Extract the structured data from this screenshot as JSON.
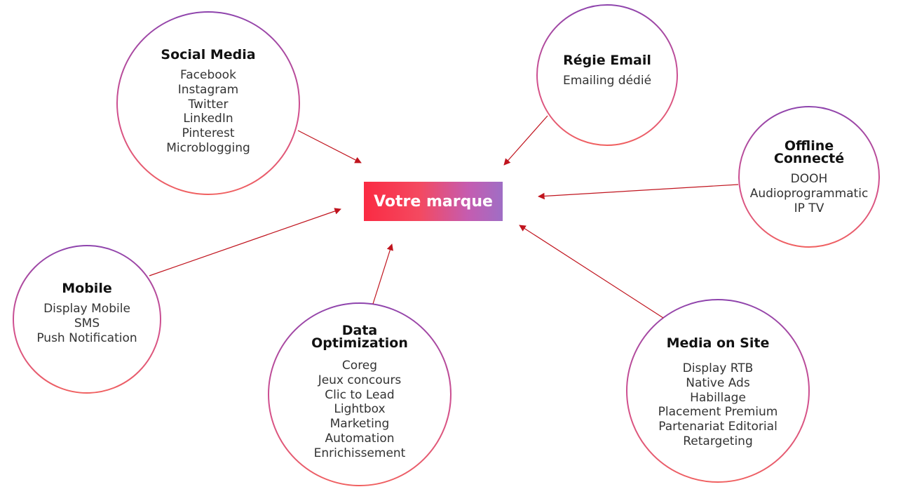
{
  "center": {
    "label": "Votre marque"
  },
  "nodes": [
    {
      "id": "social-media",
      "title": "Social Media",
      "items": [
        "Facebook",
        "Instagram",
        "Twitter",
        "LinkedIn",
        "Pinterest",
        "Microblogging"
      ]
    },
    {
      "id": "regie-email",
      "title": "Régie Email",
      "items": [
        "Emailing dédié"
      ]
    },
    {
      "id": "offline-connecte",
      "title": "Offline\nConnecté",
      "items": [
        "DOOH",
        "Audioprogrammatic",
        "IP TV"
      ]
    },
    {
      "id": "mobile",
      "title": "Mobile",
      "items": [
        "Display Mobile",
        "SMS",
        "Push Notification"
      ]
    },
    {
      "id": "data-optimization",
      "title": "Data\nOptimization",
      "items": [
        "Coreg",
        "Jeux concours",
        "Clic to Lead",
        "Lightbox",
        "Marketing",
        "Automation",
        "Enrichissement"
      ]
    },
    {
      "id": "media-on-site",
      "title": "Media on Site",
      "items": [
        "Display RTB",
        "Native Ads",
        "Habillage",
        "Placement Premium",
        "Partenariat Editorial",
        "Retargeting"
      ]
    }
  ],
  "colors": {
    "circle_top": "#8e44ad",
    "circle_bottom": "#f06060",
    "arrow": "#c0141e"
  }
}
